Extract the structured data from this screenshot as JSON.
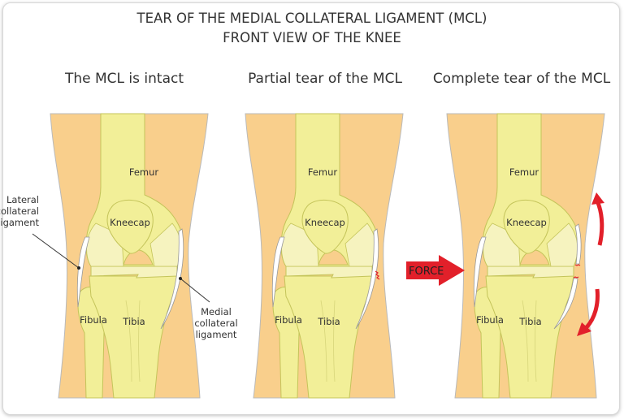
{
  "title": {
    "line1": "TEAR OF THE MEDIAL COLLATERAL LIGAMENT (MCL)",
    "line2": "FRONT VIEW OF THE KNEE"
  },
  "panels": [
    {
      "heading": "The MCL is intact",
      "femur": "Femur",
      "kneecap": "Kneecap",
      "fibula": "Fibula",
      "tibia": "Tibia"
    },
    {
      "heading": "Partial tear of the MCL",
      "femur": "Femur",
      "kneecap": "Kneecap",
      "fibula": "Fibula",
      "tibia": "Tibia"
    },
    {
      "heading": "Complete tear of the MCL",
      "femur": "Femur",
      "kneecap": "Kneecap",
      "fibula": "Fibula",
      "tibia": "Tibia"
    }
  ],
  "callouts": {
    "lateral": [
      "Lateral",
      "collateral",
      "ligament"
    ],
    "medial": [
      "Medial",
      "collateral",
      "ligament"
    ]
  },
  "force_label": "FORCE",
  "colors": {
    "skin": "#f9cf8c",
    "bone": "#f2ef98",
    "bone_light": "#f6f3bf",
    "outline": "#c4c45a",
    "ligament": "#ffffff",
    "force": "#e2202a"
  }
}
